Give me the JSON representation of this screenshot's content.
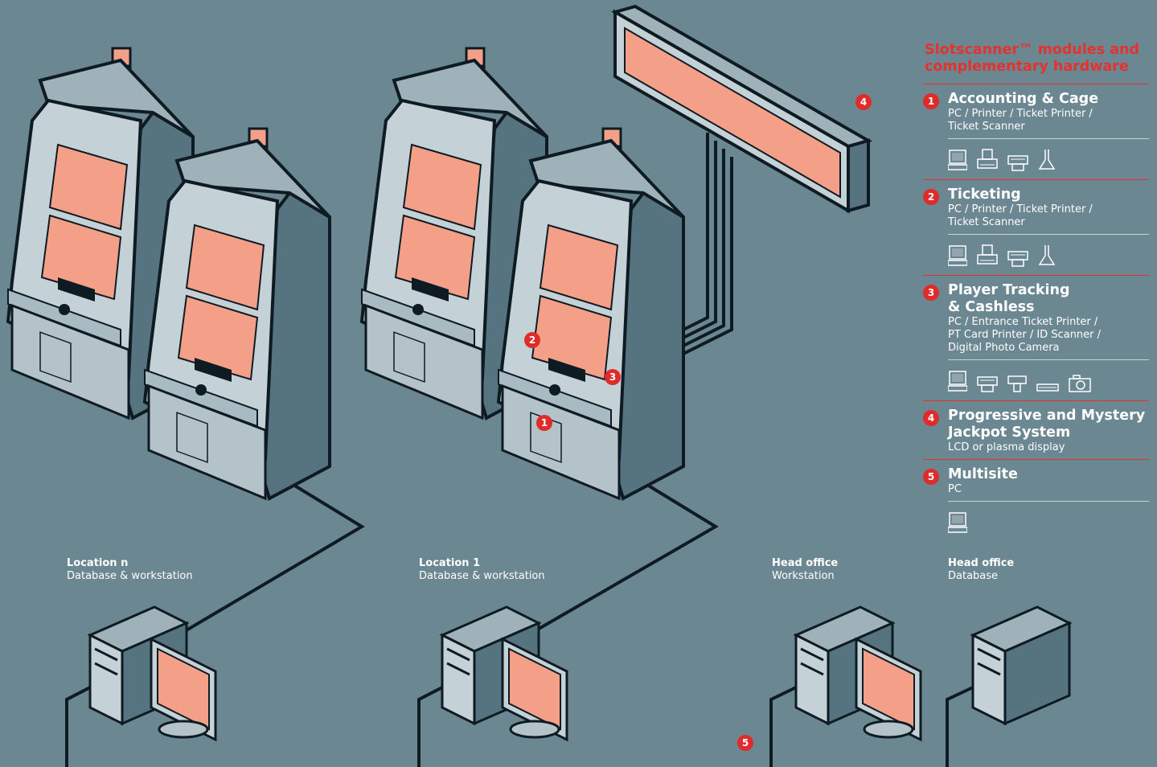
{
  "locations": [
    {
      "title": "Location n",
      "sub": "Database & workstation"
    },
    {
      "title": "Location 1",
      "sub": "Database & workstation"
    },
    {
      "title": "Head office",
      "sub": "Workstation"
    },
    {
      "title": "Head office",
      "sub": "Database"
    }
  ],
  "legend": {
    "title_line1": "Slotscanner™ modules and",
    "title_line2": "complementary hardware",
    "items": [
      {
        "num": "1",
        "title": "Accounting & Cage",
        "title2": "",
        "sub": [
          "PC / Printer / Ticket Printer /",
          "Ticket Scanner"
        ],
        "icons": [
          "pc-icon",
          "printer-icon",
          "ticket-printer-icon",
          "ticket-scanner-icon"
        ]
      },
      {
        "num": "2",
        "title": "Ticketing",
        "title2": "",
        "sub": [
          "PC / Printer / Ticket Printer /",
          "Ticket Scanner"
        ],
        "icons": [
          "pc-icon",
          "printer-icon",
          "ticket-printer-icon",
          "ticket-scanner-icon"
        ]
      },
      {
        "num": "3",
        "title": "Player Tracking",
        "title2": "& Cashless",
        "sub": [
          "PC / Entrance Ticket Printer /",
          "PT Card Printer / ID Scanner /",
          "Digital Photo Camera"
        ],
        "icons": [
          "pc-icon",
          "ticket-printer-icon",
          "card-printer-icon",
          "id-scanner-icon",
          "camera-icon"
        ]
      },
      {
        "num": "4",
        "title": "Progressive and Mystery",
        "title2": "Jackpot System",
        "sub": [
          "LCD or plasma display"
        ],
        "icons": []
      },
      {
        "num": "5",
        "title": "Multisite",
        "title2": "",
        "sub": [
          "PC"
        ],
        "icons": [
          "pc-icon"
        ]
      }
    ]
  },
  "badges": [
    {
      "num": "4",
      "ref": "jackpot-display"
    },
    {
      "num": "2",
      "ref": "slot-ticketing"
    },
    {
      "num": "3",
      "ref": "slot-player-tracking"
    },
    {
      "num": "1",
      "ref": "slot-accounting"
    },
    {
      "num": "5",
      "ref": "multisite"
    }
  ],
  "colors": {
    "background": "#6b8791",
    "accent": "#e4332f",
    "badge": "#e02b2b",
    "screen": "#f4a088",
    "outline": "#0f1b22"
  }
}
